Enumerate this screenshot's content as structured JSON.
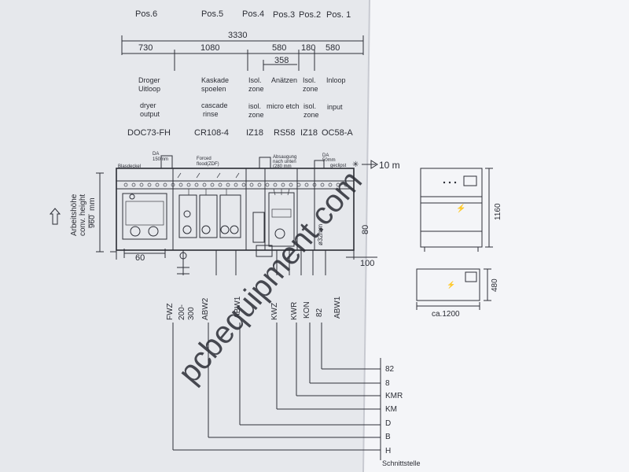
{
  "positions": [
    "Pos.6",
    "Pos.5",
    "Pos.4",
    "Pos.3",
    "Pos.2",
    "Pos. 1"
  ],
  "dimensions": {
    "total": "3330",
    "segments": [
      "730",
      "1080",
      "580",
      "180",
      "580"
    ],
    "sub": "358",
    "depth_60": "60",
    "height_80": "80",
    "offset_100": "100",
    "cabinet_height": "1160",
    "panel_height": "480",
    "panel_width": "ca.1200",
    "pipe_diameter": "ø32mm"
  },
  "stages_german": [
    {
      "l1": "Droger",
      "l2": "Uitloop"
    },
    {
      "l1": "Kaskade",
      "l2": "spoelen"
    },
    {
      "l1": "Isol.",
      "l2": "zone"
    },
    {
      "l1": "Anätzen",
      "l2": ""
    },
    {
      "l1": "Isol.",
      "l2": "zone"
    },
    {
      "l1": "Inloop",
      "l2": ""
    }
  ],
  "stages_english": [
    {
      "l1": "dryer",
      "l2": "output"
    },
    {
      "l1": "cascade",
      "l2": "rinse"
    },
    {
      "l1": "isol.",
      "l2": "zone"
    },
    {
      "l1": "micro etch",
      "l2": ""
    },
    {
      "l1": "isol.",
      "l2": "zone"
    },
    {
      "l1": "input",
      "l2": ""
    }
  ],
  "models": [
    "DOC73-FH",
    "CR108-4",
    "IZ18",
    "RS58",
    "IZ18",
    "OC58-A"
  ],
  "working_height": {
    "l1": "Arbeitshöhe",
    "l2": "conv. height",
    "value": "960",
    "unit": "mm"
  },
  "exhaust_labels": {
    "da150": "DA",
    "da150b": "150mm",
    "forced": "Forced",
    "flood": "flood(ZDF)",
    "abs": "Absaugung",
    "abs2": "nach unten",
    "abs3": "(280 mm",
    "da50": "DA",
    "da50b": "50mm",
    "geclipst": "geclipst",
    "blowdeckel": "Blasdeckel",
    "distance": "10 m"
  },
  "pipe_labels": [
    "FWZ",
    "200-",
    "300",
    "ABW2",
    "ABW1",
    "KWZ",
    "KWR",
    "KON",
    "82",
    "ABW1"
  ],
  "interface_labels": [
    "82",
    "8",
    "KMR",
    "KM",
    "D",
    "B",
    "H"
  ],
  "interface_title": "Schnittstelle",
  "watermark": "pcbequipment.com",
  "colors": {
    "paper": "#f2f3f6",
    "ink": "#2b2d35",
    "shadow": "#d9dbe0",
    "watermark": "#c9cbd3"
  }
}
